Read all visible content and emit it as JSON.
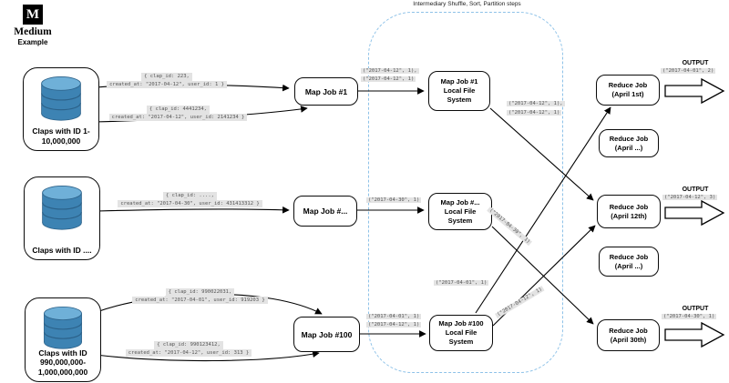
{
  "logo": {
    "letter": "M",
    "brand": "Medium",
    "subtitle": "Example"
  },
  "container": {
    "title": "Intermediary Shuffle, Sort, Partition steps"
  },
  "databases": [
    {
      "lines": [
        "Claps with ID",
        "1-10,000,000"
      ]
    },
    {
      "lines": [
        "Claps with ID",
        "...."
      ]
    },
    {
      "lines": [
        "Claps with ID",
        "990,000,000-",
        "1,000,000,000"
      ]
    }
  ],
  "map_jobs": [
    {
      "label": "Map Job #1"
    },
    {
      "label": "Map Job #..."
    },
    {
      "label": "Map Job #100"
    }
  ],
  "file_systems": [
    {
      "lines": [
        "Map Job #1",
        "Local File",
        "System"
      ]
    },
    {
      "lines": [
        "Map Job #...",
        "Local File",
        "System"
      ]
    },
    {
      "lines": [
        "Map Job #100",
        "Local File",
        "System"
      ]
    }
  ],
  "reduce_jobs": [
    {
      "lines": [
        "Reduce Job",
        "(April 1st)"
      ]
    },
    {
      "lines": [
        "Reduce Job",
        "(April ...)"
      ]
    },
    {
      "lines": [
        "Reduce Job",
        "(April 12th)"
      ]
    },
    {
      "lines": [
        "Reduce Job",
        "(April ...)"
      ]
    },
    {
      "lines": [
        "Reduce Job",
        "(April 30th)"
      ]
    }
  ],
  "record_labels": [
    {
      "line1": "{ clap_id: 223,",
      "line2": "created_at: \"2017-04-12\", user_id: 1 }"
    },
    {
      "line1": "{ clap_id: 4441234,",
      "line2": "created_at: \"2017-04-12\", user_id: 2141234 }"
    },
    {
      "line1": "{ clap_id: ....,",
      "line2": "created_at: \"2017-04-30\", user_id: 431413312 }"
    },
    {
      "line1": "{ clap_id: 990022031,",
      "line2": "created_at: \"2017-04-01\", user_id: 919203 }"
    },
    {
      "line1": "{ clap_id: 990123412,",
      "line2": "created_at: \"2017-04-12\", user_id: 313 }"
    }
  ],
  "tuple_labels": [
    {
      "text": "(\"2017-04-12\", 1),"
    },
    {
      "text": "(\"2017-04-12\", 1)"
    },
    {
      "text": "(\"2017-04-30\", 1)"
    },
    {
      "text": "(\"2017-04-01\", 1)"
    },
    {
      "text": "(\"2017-04-12\", 1)"
    },
    {
      "text": "(\"2017-04-12\", 1),"
    },
    {
      "text": "(\"2017-04-12\", 1)"
    },
    {
      "text": "(\"2017-04-30\", 1)"
    },
    {
      "text": "(\"2017-04-01\", 1)"
    },
    {
      "text": "(\"2017-04-12\", 1)"
    }
  ],
  "outputs": [
    {
      "title": "OUTPUT",
      "value": "(\"2017-04-01\", 2)"
    },
    {
      "title": "OUTPUT",
      "value": "(\"2017-04-12\", 3)"
    },
    {
      "title": "OUTPUT",
      "value": "(\"2017-04-30\", 1)"
    }
  ],
  "colors": {
    "cylinder_top": "#6fb0d8",
    "cylinder_body": "#3d83b3",
    "cylinder_outline": "#2b6189",
    "dashed_border": "#8ec2e8",
    "label_bg": "#e3e3e3"
  }
}
